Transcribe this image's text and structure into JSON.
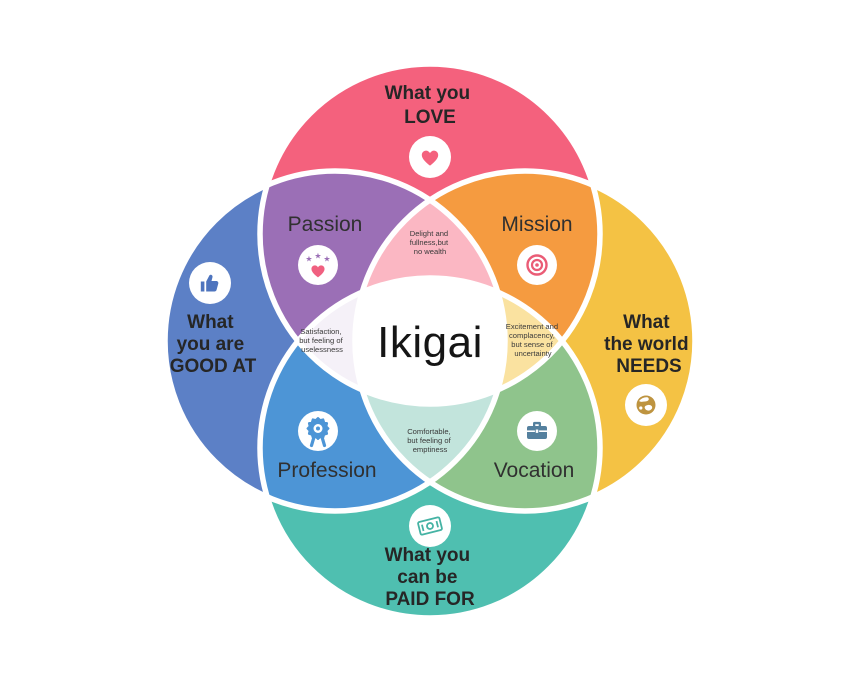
{
  "title": "Ikigai",
  "colors": {
    "love": "#F4617D",
    "good_at": "#5C80C6",
    "needs": "#F4C244",
    "paid_for": "#4FBFB0",
    "passion": "#9B6FB6",
    "mission": "#F59B40",
    "profession": "#4D95D6",
    "vocation": "#8FC48C",
    "ix_top": "#FBB7C3",
    "ix_left": "#F5F1F8",
    "ix_right": "#FAE2A0",
    "ix_bottom": "#C2E4DC",
    "center_bg": "#FFFFFF",
    "divider": "#FFFFFF"
  },
  "circles": {
    "love": {
      "lines": [
        "What you",
        "LOVE"
      ]
    },
    "good_at": {
      "lines": [
        "What",
        "you are",
        "GOOD AT"
      ]
    },
    "needs": {
      "lines": [
        "What",
        "the world",
        "NEEDS"
      ]
    },
    "paid_for": {
      "lines": [
        "What you",
        "can be",
        "PAID FOR"
      ]
    }
  },
  "overlaps": {
    "passion": {
      "label": "Passion"
    },
    "mission": {
      "label": "Mission"
    },
    "profession": {
      "label": "Profession"
    },
    "vocation": {
      "label": "Vocation"
    }
  },
  "intersections": {
    "top": {
      "lines": [
        "Delight and",
        "fullness,but",
        "no wealth"
      ]
    },
    "left": {
      "lines": [
        "Satisfaction,",
        "but feeling of",
        "uselessness"
      ]
    },
    "right": {
      "lines": [
        "Excitement and",
        "complacency,",
        "but sense of",
        "uncertainty"
      ]
    },
    "bottom": {
      "lines": [
        "Comfortable,",
        "but feeling of",
        "emptiness"
      ]
    }
  },
  "icons": {
    "star": "★"
  }
}
